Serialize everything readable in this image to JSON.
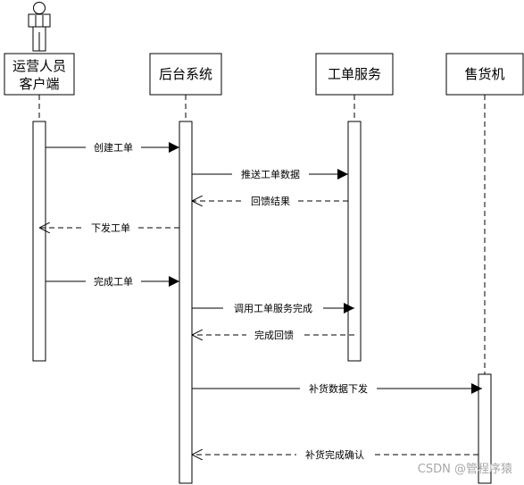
{
  "participants": [
    {
      "label_lines": [
        "运营人员",
        "客户端"
      ],
      "has_actor_icon": true
    },
    {
      "label_lines": [
        "后台系统"
      ],
      "has_actor_icon": false
    },
    {
      "label_lines": [
        "工单服务"
      ],
      "has_actor_icon": false
    },
    {
      "label_lines": [
        "售货机"
      ],
      "has_actor_icon": false
    }
  ],
  "messages": [
    {
      "from": 0,
      "to": 1,
      "label": "创建工单",
      "style": "sync"
    },
    {
      "from": 1,
      "to": 2,
      "label": "推送工单数据",
      "style": "sync"
    },
    {
      "from": 2,
      "to": 1,
      "label": "回馈结果",
      "style": "return"
    },
    {
      "from": 1,
      "to": 0,
      "label": "下发工单",
      "style": "return"
    },
    {
      "from": 0,
      "to": 1,
      "label": "完成工单",
      "style": "sync"
    },
    {
      "from": 1,
      "to": 2,
      "label": "调用工单服务完成",
      "style": "sync"
    },
    {
      "from": 2,
      "to": 1,
      "label": "完成回馈",
      "style": "return"
    },
    {
      "from": 1,
      "to": 3,
      "label": "补货数据下发",
      "style": "sync"
    },
    {
      "from": 3,
      "to": 1,
      "label": "补货完成确认",
      "style": "return"
    }
  ],
  "watermark": "CSDN @管程序猿"
}
